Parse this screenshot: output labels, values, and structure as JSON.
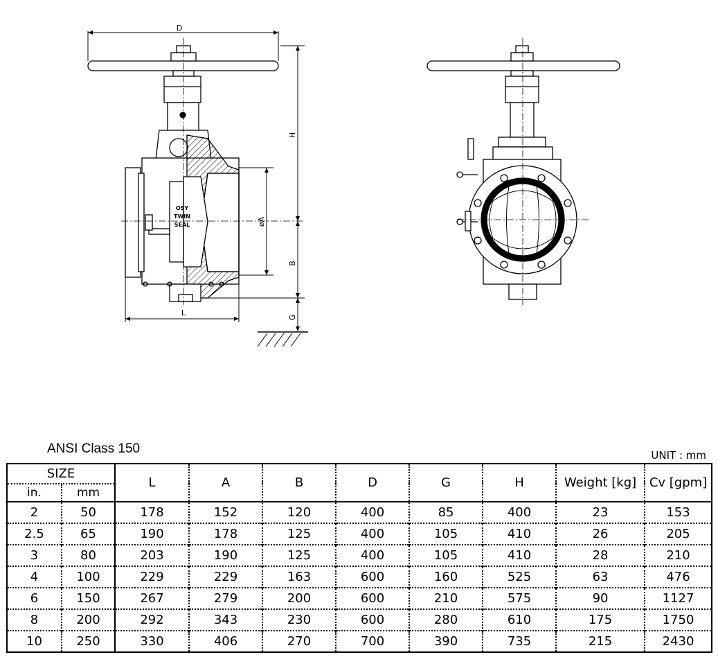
{
  "drawing": {
    "dimension_labels": {
      "D": "D",
      "H": "H",
      "A": "øA",
      "B": "B",
      "G": "G",
      "L": "L"
    },
    "stamp_lines": [
      "OSY",
      "TWIN",
      "SEAL"
    ]
  },
  "table": {
    "title": "ANSI Class 150",
    "unit": "UNIT : mm",
    "headers": {
      "size": "SIZE",
      "in": "in.",
      "mm": "mm",
      "L": "L",
      "A": "A",
      "B": "B",
      "D": "D",
      "G": "G",
      "H": "H",
      "weight": "Weight [kg]",
      "cv": "Cv [gpm]"
    },
    "rows": [
      [
        "2",
        "50",
        "178",
        "152",
        "120",
        "400",
        "85",
        "400",
        "23",
        "153"
      ],
      [
        "2.5",
        "65",
        "190",
        "178",
        "125",
        "400",
        "105",
        "410",
        "26",
        "205"
      ],
      [
        "3",
        "80",
        "203",
        "190",
        "125",
        "400",
        "105",
        "410",
        "28",
        "210"
      ],
      [
        "4",
        "100",
        "229",
        "229",
        "163",
        "600",
        "160",
        "525",
        "63",
        "476"
      ],
      [
        "6",
        "150",
        "267",
        "279",
        "200",
        "600",
        "210",
        "575",
        "90",
        "1127"
      ],
      [
        "8",
        "200",
        "292",
        "343",
        "230",
        "600",
        "280",
        "610",
        "175",
        "1750"
      ],
      [
        "10",
        "250",
        "330",
        "406",
        "270",
        "700",
        "390",
        "735",
        "215",
        "2430"
      ]
    ]
  }
}
